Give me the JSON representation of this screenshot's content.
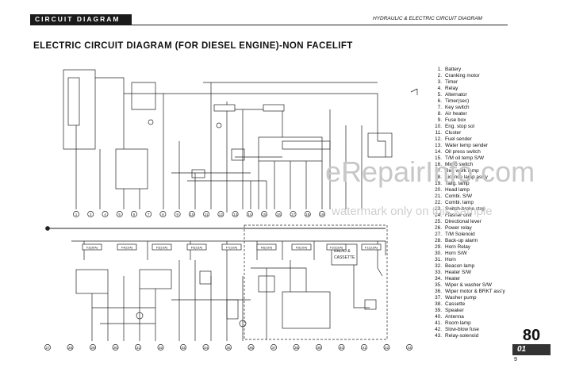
{
  "header": {
    "section_label": "CIRCUIT DIAGRAM",
    "right_label": "HYDRAULIC & ELECTRIC CIRCUIT DIAGRAM"
  },
  "title": "ELECTRIC CIRCUIT DIAGRAM (FOR DIESEL ENGINE)-NON FACELIFT",
  "legend": [
    {
      "n": "1.",
      "t": "Battery"
    },
    {
      "n": "2.",
      "t": "Cranking motor"
    },
    {
      "n": "3.",
      "t": "Timer"
    },
    {
      "n": "4.",
      "t": "Relay"
    },
    {
      "n": "5.",
      "t": "Alternator"
    },
    {
      "n": "6.",
      "t": "Timer(sec)"
    },
    {
      "n": "7.",
      "t": "Key switch"
    },
    {
      "n": "8.",
      "t": "Air heater"
    },
    {
      "n": "9.",
      "t": "Fuse box"
    },
    {
      "n": "10.",
      "t": "Eng. stop sol"
    },
    {
      "n": "11.",
      "t": "Cluster"
    },
    {
      "n": "12.",
      "t": "Fuel sender"
    },
    {
      "n": "13.",
      "t": "Water temp sender"
    },
    {
      "n": "14.",
      "t": "Oil press switch"
    },
    {
      "n": "15.",
      "t": "T/M oil temp S/W"
    },
    {
      "n": "16.",
      "t": "Micro switch"
    },
    {
      "n": "17.",
      "t": "Rea work lamp"
    },
    {
      "n": "18.",
      "t": "Licence lamp ass'y"
    },
    {
      "n": "19.",
      "t": "Tailg. lamp"
    },
    {
      "n": "20.",
      "t": "Head lamp"
    },
    {
      "n": "21.",
      "t": "Combi. S/W"
    },
    {
      "n": "22.",
      "t": "Combi. lamp"
    },
    {
      "n": "23.",
      "t": "Switch-brake stop"
    },
    {
      "n": "24.",
      "t": "Flasher unit"
    },
    {
      "n": "25.",
      "t": "Directional lever"
    },
    {
      "n": "26.",
      "t": "Power relay"
    },
    {
      "n": "27.",
      "t": "T/M Solenoid"
    },
    {
      "n": "28.",
      "t": "Back-up alarm"
    },
    {
      "n": "29.",
      "t": "Horn Relay"
    },
    {
      "n": "30.",
      "t": "Horn S/W"
    },
    {
      "n": "31.",
      "t": "Horn"
    },
    {
      "n": "32.",
      "t": "Beacon lamp"
    },
    {
      "n": "33.",
      "t": "Heater S/W"
    },
    {
      "n": "34.",
      "t": "Heater"
    },
    {
      "n": "35.",
      "t": "Wiper & washer S/W"
    },
    {
      "n": "36.",
      "t": "Wiper motor & BRKT ass'y"
    },
    {
      "n": "37.",
      "t": "Washer pump"
    },
    {
      "n": "38.",
      "t": "Cassette"
    },
    {
      "n": "39.",
      "t": "Speaker"
    },
    {
      "n": "40.",
      "t": "Antenna"
    },
    {
      "n": "41.",
      "t": "Room lamp"
    },
    {
      "n": "42.",
      "t": "Slow-blow fuse"
    },
    {
      "n": "43.",
      "t": "Relay-solenoid"
    }
  ],
  "watermark": {
    "line1": "eRepairInfo.com",
    "line2": "watermark only on this sample"
  },
  "page": {
    "number": "80",
    "section": "01",
    "sub": "9"
  },
  "diagram": {
    "fuse_labels": [
      "F3(30A)",
      "F4(10A)",
      "F5(10A)",
      "F6(15A)",
      "F7(10A)",
      "F8(10A)",
      "F9(10A)",
      "F10(10A)",
      "F11(15A)"
    ],
    "radio_label_1": "RADIO &",
    "radio_label_2": "CASSETTE",
    "upper_callouts": [
      "1",
      "2",
      "4",
      "5",
      "6",
      "7",
      "8",
      "9",
      "10",
      "11",
      "12",
      "13",
      "14",
      "15",
      "16",
      "17",
      "18",
      "19"
    ],
    "lower_callouts": [
      "27",
      "28",
      "29",
      "30",
      "31",
      "32",
      "33",
      "34",
      "35",
      "36",
      "37",
      "38",
      "39",
      "40",
      "41",
      "42",
      "43"
    ]
  }
}
